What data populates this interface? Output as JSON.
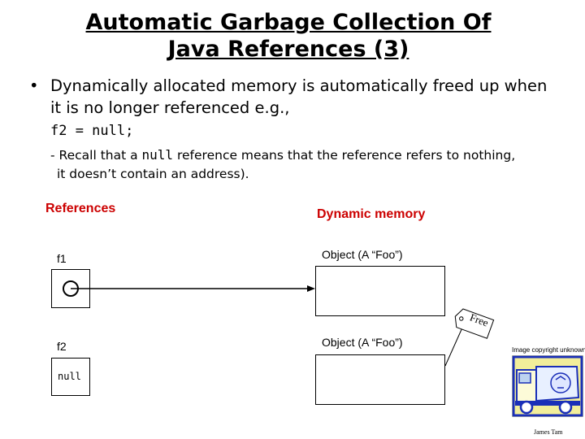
{
  "title": {
    "line1": "Automatic Garbage Collection Of",
    "line2": "Java References (3)"
  },
  "bullet": {
    "marker": "•",
    "line1": "Dynamically allocated memory is automatically freed up when",
    "line2": "it is no longer referenced e.g.,",
    "code": "f2 = null;"
  },
  "sub": {
    "line1_pre": "- Recall that a ",
    "line1_code": "null",
    "line1_post": " reference means that the reference refers to nothing,",
    "line2": "it doesn’t contain an address)."
  },
  "diagram": {
    "references_heading": "References",
    "memory_heading": "Dynamic memory",
    "f1_label": "f1",
    "f2_label": "f2",
    "f2_value": "null",
    "object1_label": "Object (A “Foo”)",
    "object2_label": "Object (A “Foo”)",
    "free_tag": "Free"
  },
  "image_credit": {
    "copyright": "Image copyright unknown",
    "author": "James Tam"
  },
  "colors": {
    "heading_red": "#cc0000",
    "truck_blue": "#1a2fb8",
    "truck_yellow": "#f2ee9a"
  }
}
